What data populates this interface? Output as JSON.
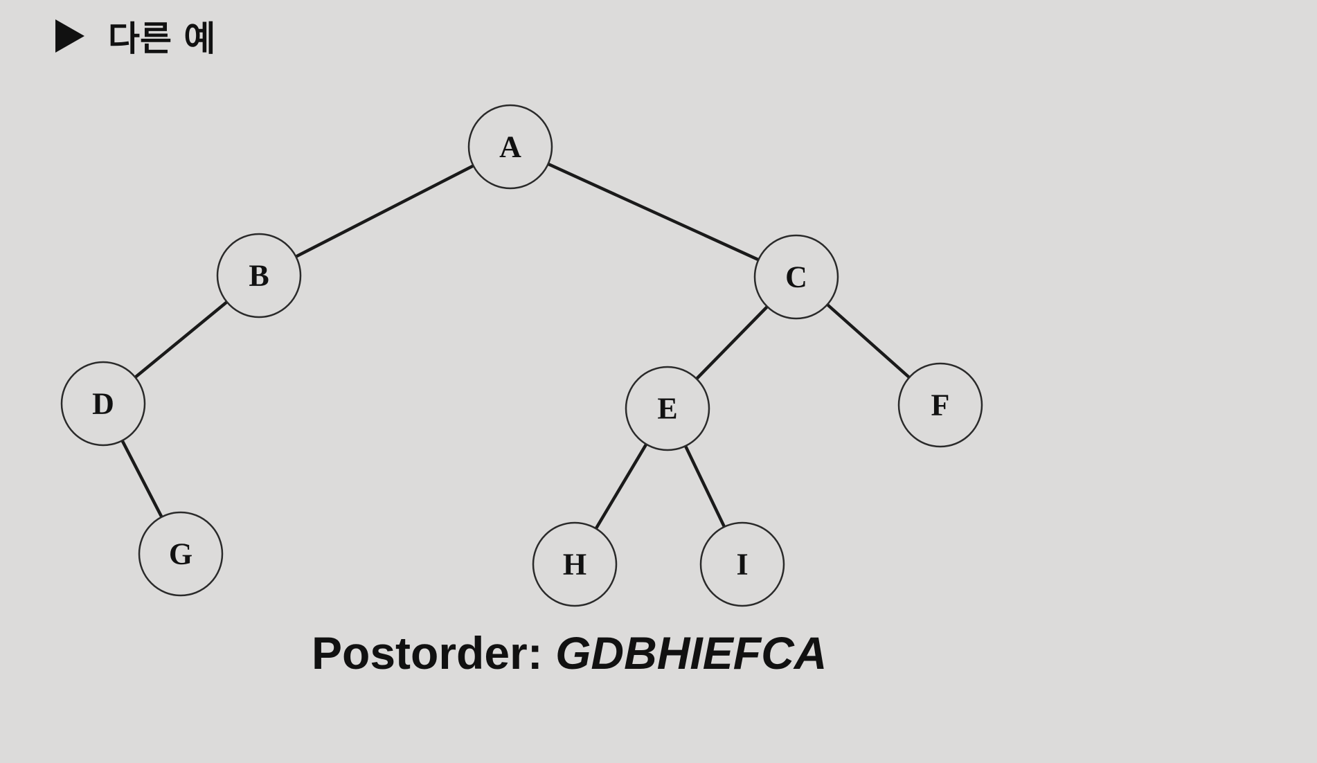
{
  "heading": {
    "icon": "play-triangle-icon",
    "text": "다른 예"
  },
  "tree": {
    "nodes": [
      {
        "id": "A",
        "label": "A"
      },
      {
        "id": "B",
        "label": "B"
      },
      {
        "id": "C",
        "label": "C"
      },
      {
        "id": "D",
        "label": "D"
      },
      {
        "id": "E",
        "label": "E"
      },
      {
        "id": "F",
        "label": "F"
      },
      {
        "id": "G",
        "label": "G"
      },
      {
        "id": "H",
        "label": "H"
      },
      {
        "id": "I",
        "label": "I"
      }
    ],
    "edges": [
      [
        "A",
        "B"
      ],
      [
        "A",
        "C"
      ],
      [
        "B",
        "D"
      ],
      [
        "D",
        "G"
      ],
      [
        "C",
        "E"
      ],
      [
        "C",
        "F"
      ],
      [
        "E",
        "H"
      ],
      [
        "E",
        "I"
      ]
    ]
  },
  "caption": {
    "label": "Postorder:",
    "sequence": "GDBHIEFCA"
  }
}
